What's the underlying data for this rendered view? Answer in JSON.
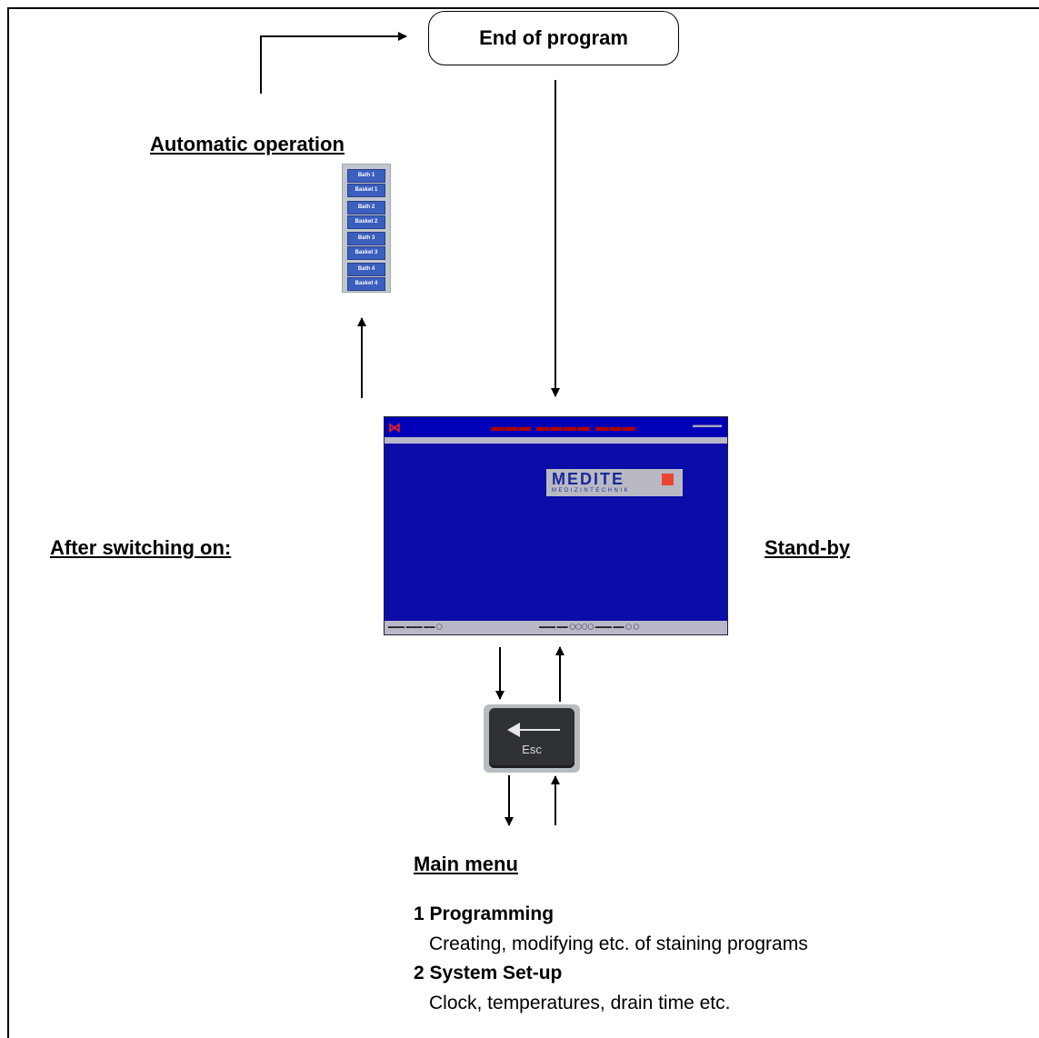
{
  "end_box": {
    "label": "End of program"
  },
  "labels": {
    "automatic_operation": "Automatic operation",
    "after_switching_on": "After switching on:",
    "stand_by": "Stand-by",
    "main_menu": "Main menu"
  },
  "auto_thumb": {
    "buttons": [
      "Bath 1",
      "Basket 1",
      "Bath 2",
      "Basket 2",
      "Bath 3",
      "Basket 3",
      "Bath 4",
      "Basket 4"
    ]
  },
  "screen": {
    "logo": "MEDITE",
    "logo_sub": "MEDIZINTECHNIK"
  },
  "esc_key": {
    "label": "Esc"
  },
  "main_menu_items": [
    {
      "title": "1  Programming",
      "desc": "Creating, modifying etc. of staining programs"
    },
    {
      "title": "2 System Set-up",
      "desc": "Clock, temperatures, drain time etc."
    }
  ],
  "colors": {
    "screen_bg": "#0c0ca8",
    "logo_accent": "#e43"
  }
}
